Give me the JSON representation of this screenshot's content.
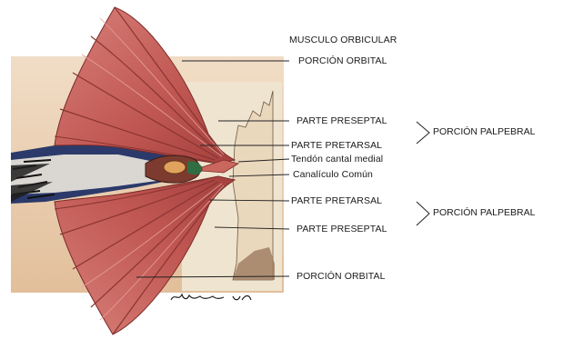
{
  "labels": {
    "title": "MUSCULO ORBICULAR",
    "orbital_top": "PORCIÓN ORBITAL",
    "preseptal_top": "PARTE  PRESEPTAL",
    "pretarsal_top": "PARTE  PRETARSAL",
    "tendon": "Tendón cantal medial",
    "canaliculo": "Canalículo Común",
    "pretarsal_bottom": "PARTE  PRETARSAL",
    "preseptal_bottom": "PARTE  PRESEPTAL",
    "orbital_bottom": "PORCIÓN ORBITAL",
    "palpebral_top": "PORCIÓN PALPEBRAL",
    "palpebral_bottom": "PORCIÓN PALPEBRAL"
  },
  "signature": "Maestre  MD",
  "colors": {
    "muscle": "#c9635f",
    "muscle_dark": "#8c2f2d",
    "skin": "#e9c8a6",
    "background_paper": "#f6f1e6",
    "line": "#222222"
  }
}
